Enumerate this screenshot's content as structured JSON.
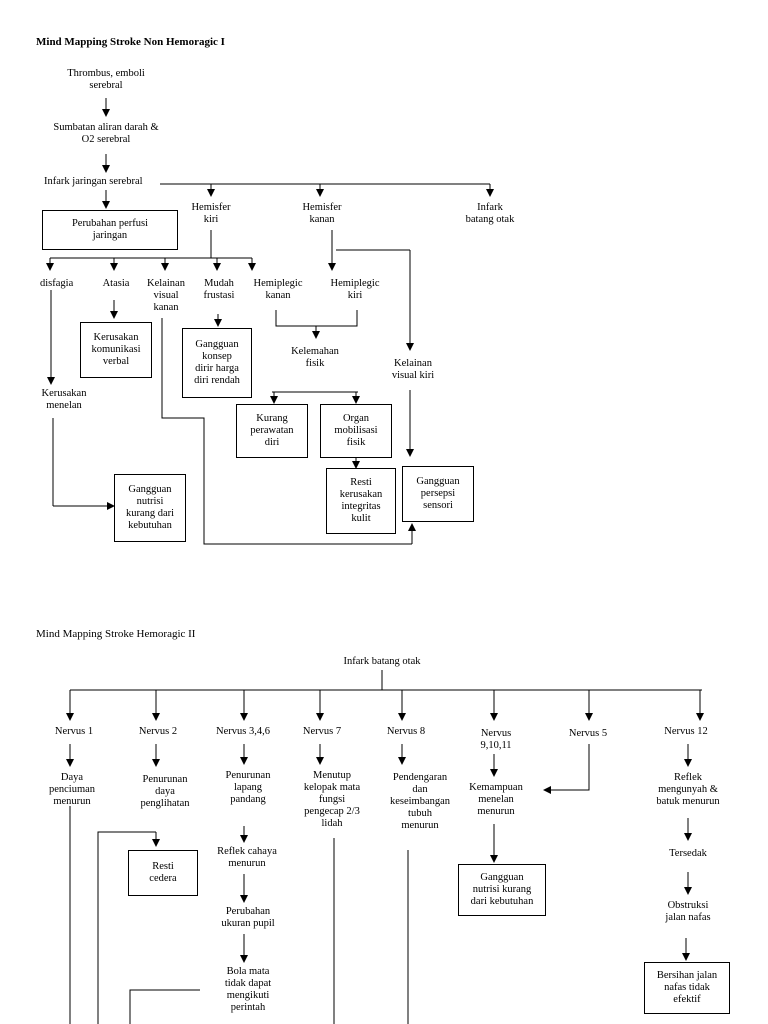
{
  "part1": {
    "title": "Mind Mapping Stroke Non Hemoragic I",
    "thrombus": "Thrombus, emboli\nserebral",
    "sumbatan": "Sumbatan aliran darah &\nO2 serebral",
    "infark": "Infark jaringan serebral",
    "perfusi": "Perubahan perfusi\njaringan",
    "hemi_kiri": "Hemisfer\nkiri",
    "hemi_kanan": "Hemisfer\nkanan",
    "infark_batang": "Infark\nbatang otak",
    "disfagia": "disfagia",
    "atasia": "Atasia",
    "kelainan_visual_kanan": "Kelainan\nvisual\nkanan",
    "mudah_frustasi": "Mudah\nfrustasi",
    "hemiplegic_kanan": "Hemiplegic\nkanan",
    "hemiplegic_kiri": "Hemiplegic\nkiri",
    "komunikasi": "Kerusakan\nkomunikasi\nverbal",
    "konsep_diri": "Gangguan\nkonsep\ndirir harga\ndiri rendah",
    "kelemahan": "Kelemahan\nfisik",
    "kelainan_visual_kiri": "Kelainan\nvisual kiri",
    "kerusakan_menelan": "Kerusakan\nmenelan",
    "kurang_perawatan": "Kurang\nperawatan\ndiri",
    "organ_mobilisasi": "Organ\nmobilisasi\nfisik",
    "resti_kulit": "Resti\nkerusakan\nintegritas\nkulit",
    "persepsi": "Gangguan\npersepsi\nsensori",
    "nutrisi": "Gangguan\nnutrisi\nkurang dari\nkebutuhan"
  },
  "part2": {
    "title": "Mind Mapping Stroke Hemoragic II",
    "infark_batang": "Infark batang otak",
    "nervus1": "Nervus 1",
    "nervus2": "Nervus 2",
    "nervus346": "Nervus 3,4,6",
    "nervus7": "Nervus 7",
    "nervus8": "Nervus 8",
    "nervus91011": "Nervus\n9,10,11",
    "nervus5": "Nervus 5",
    "nervus12": "Nervus 12",
    "daya_penciuman": "Daya\npenciuman\nmenurun",
    "penurunan_penglihatan": "Penurunan\ndaya\npenglihatan",
    "penurunan_lapang": "Penurunan\nlapang\npandang",
    "menutup_kelopak": "Menutup\nkelopak mata\nfungsi\npengecap 2/3\nlidah",
    "pendengaran": "Pendengaran\ndan\nkeseimbangan\ntubuh\nmenurun",
    "kemampuan_menelan": "Kemampuan\nmenelan\nmenurun",
    "reflek_mengunyah": "Reflek\nmengunyah &\nbatuk menurun",
    "resti_cedera": "Resti\ncedera",
    "reflek_cahaya": "Reflek cahaya\nmenurun",
    "perubahan_pupil": "Perubahan\nukuran pupil",
    "bola_mata": "Bola mata\ntidak dapat\nmengikuti\nperintah",
    "nutrisi2": "Gangguan\nnutrisi kurang\ndari kebutuhan",
    "tersedak": "Tersedak",
    "obstruksi": "Obstruksi\njalan nafas",
    "bersihan": "Bersihan jalan\nnafas tidak\nefektif"
  }
}
